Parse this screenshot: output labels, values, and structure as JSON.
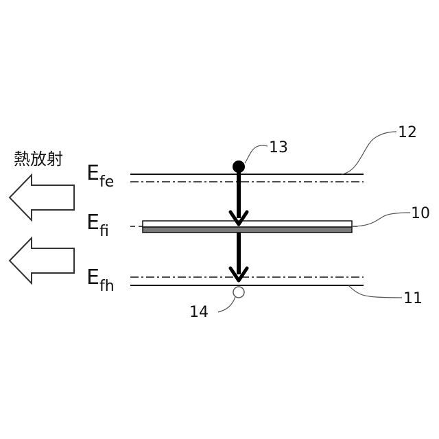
{
  "heat_radiation_label": "熱放射",
  "levels": {
    "fe": {
      "main": "E",
      "sub": "fe"
    },
    "fi": {
      "main": "E",
      "sub": "fi"
    },
    "fh": {
      "main": "E",
      "sub": "fh"
    }
  },
  "ref_numbers": {
    "intermediate_band": "10",
    "valence_band_edge": "11",
    "conduction_band_edge": "12",
    "electron": "13",
    "hole": "14"
  }
}
